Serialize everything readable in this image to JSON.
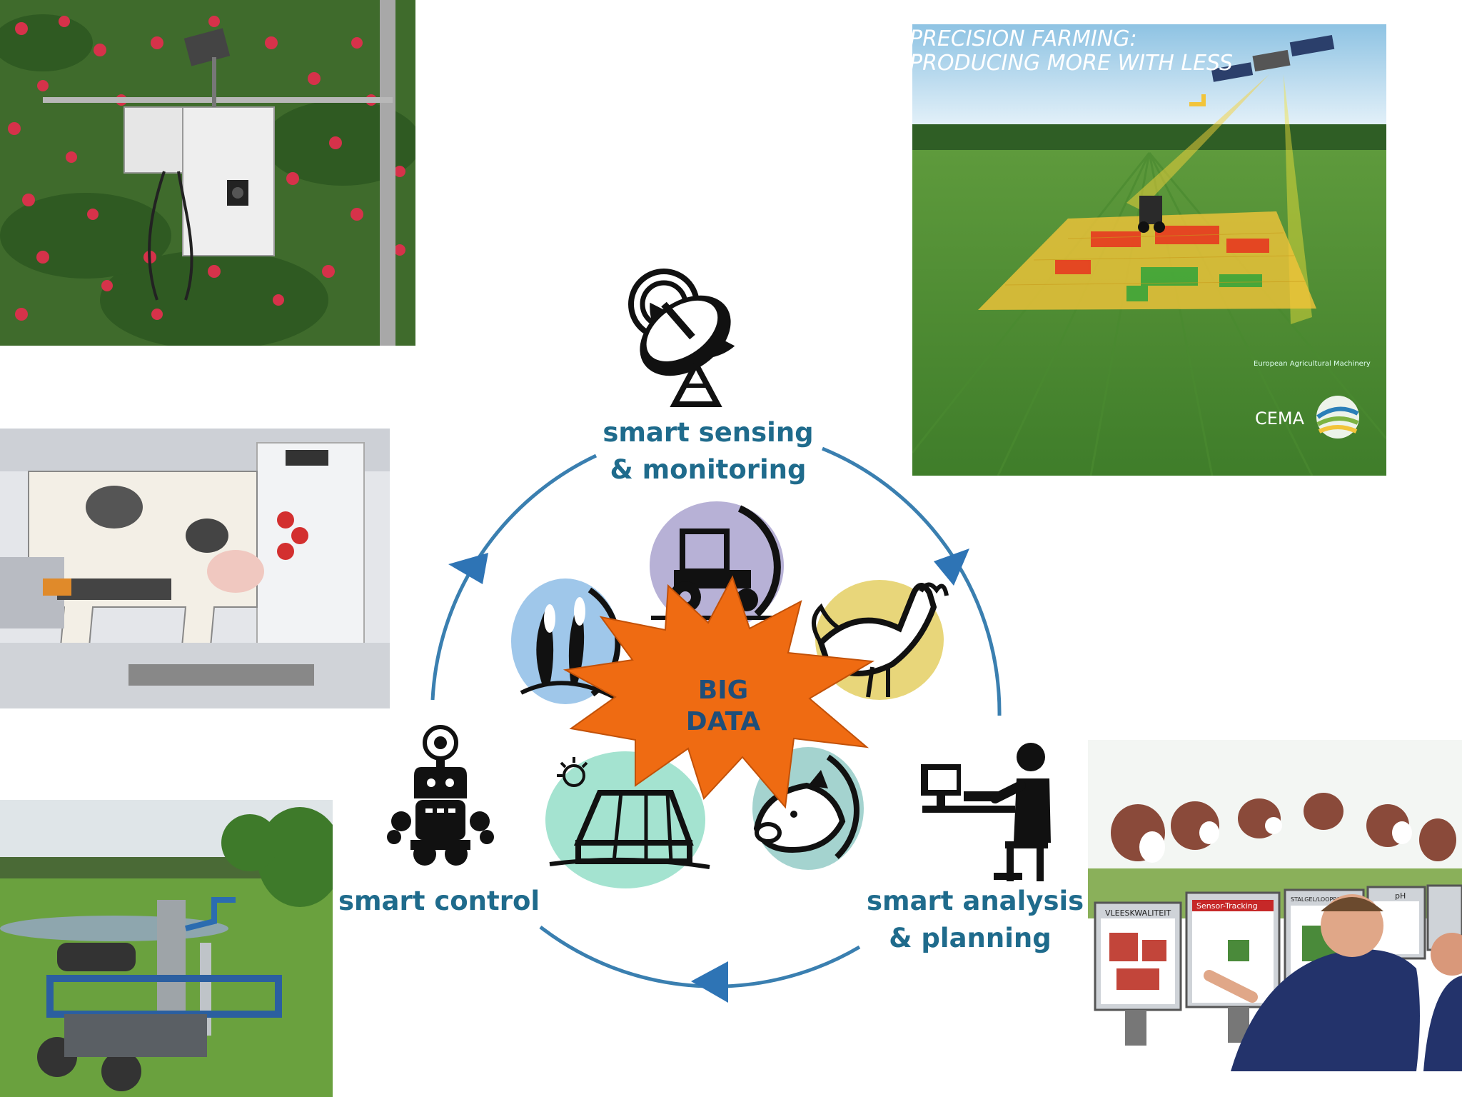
{
  "cycle": {
    "sensing": {
      "line1": "smart sensing",
      "line2": "& monitoring"
    },
    "analysis": {
      "line1": "smart analysis",
      "line2": "& planning"
    },
    "control": {
      "line1": "smart control"
    },
    "center": {
      "line1": "BIG",
      "line2": "DATA"
    }
  },
  "photos": {
    "precision_farming": {
      "title_line1": "PRECISION FARMING:",
      "title_line2": "PRODUCING MORE WITH LESS",
      "logo_text": "CEMA",
      "logo_subtext": "European Agricultural Machinery"
    },
    "analysis_monitors": {
      "screen1": "VLEESKWALITEIT",
      "screen2": "Sensor-Tracking",
      "screen3": "STALGEL/LOOPPATROON",
      "screen4": "pH"
    }
  },
  "colors": {
    "label_teal": "#1f6b8c",
    "arrow_blue": "#3a7fb0",
    "burst_orange": "#ef6b12",
    "burst_text": "#1f4e79"
  },
  "icons": [
    "satellite-dish-icon",
    "computer-worker-icon",
    "robot-icon",
    "tractor-icon",
    "chicken-icon",
    "pig-icon",
    "greenhouse-icon",
    "corn-icon"
  ]
}
